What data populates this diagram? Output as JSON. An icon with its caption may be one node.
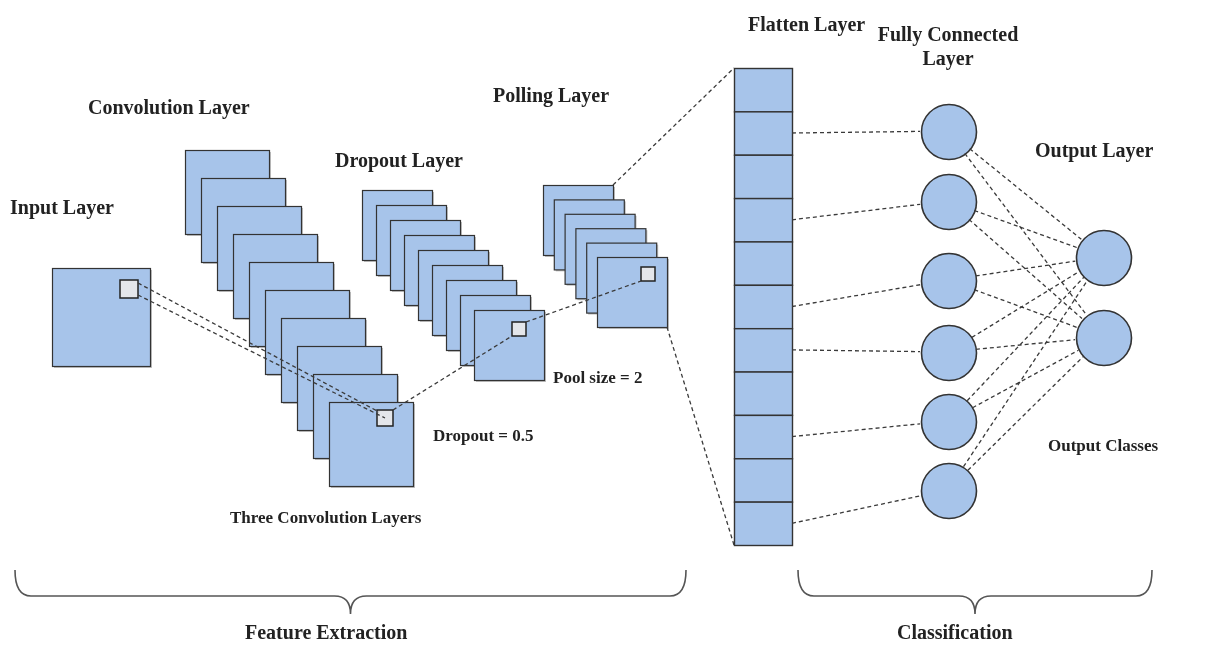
{
  "diagram": {
    "nodes": [
      {
        "text": [
          "Input Layer"
        ]
      },
      {
        "text": [
          "Convolution Layer"
        ]
      },
      {
        "text": [
          "Dropout Layer"
        ]
      },
      {
        "text": [
          "Polling Layer"
        ]
      },
      {
        "text": [
          "Flatten Layer"
        ]
      },
      {
        "text": [
          "Fully Connected Layer"
        ]
      },
      {
        "text": [],
        "shape": "circle",
        "in": 5
      },
      {
        "text": [],
        "shape": "circle",
        "in": 5
      },
      {
        "text": [],
        "shape": "circle",
        "in": 5
      },
      {
        "text": [],
        "shape": "circle",
        "in": 5
      },
      {
        "text": [],
        "shape": "circle",
        "in": 5
      },
      {
        "text": [],
        "shape": "circle",
        "in": 5
      },
      {
        "text": [
          "Output Layer"
        ]
      },
      {
        "text": [],
        "shape": "circle",
        "in": 12
      },
      {
        "text": [],
        "shape": "circle",
        "in": 12
      }
    ],
    "edges": [
      {
        "from": 0,
        "to": 1,
        "arrow": "none",
        "style": "dashed"
      },
      {
        "from": 1,
        "to": 2,
        "arrow": "none",
        "style": "dashed"
      },
      {
        "from": 2,
        "to": 3,
        "arrow": "none",
        "style": "dashed"
      },
      {
        "from": 3,
        "to": 4,
        "arrow": "none",
        "style": "dashed"
      },
      {
        "from": 4,
        "to": 6,
        "arrow": "none",
        "style": "dashed"
      },
      {
        "from": 4,
        "to": 7,
        "arrow": "none",
        "style": "dashed"
      },
      {
        "from": 4,
        "to": 8,
        "arrow": "none",
        "style": "dashed"
      },
      {
        "from": 4,
        "to": 9,
        "arrow": "none",
        "style": "dashed"
      },
      {
        "from": 4,
        "to": 10,
        "arrow": "none",
        "style": "dashed"
      },
      {
        "from": 4,
        "to": 11,
        "arrow": "none",
        "style": "dashed"
      },
      {
        "from": 6,
        "to": 13,
        "arrow": "none",
        "style": "dashed"
      },
      {
        "from": 6,
        "to": 14,
        "arrow": "none",
        "style": "dashed"
      },
      {
        "from": 7,
        "to": 13,
        "arrow": "none",
        "style": "dashed"
      },
      {
        "from": 7,
        "to": 14,
        "arrow": "none",
        "style": "dashed"
      },
      {
        "from": 8,
        "to": 13,
        "arrow": "none",
        "style": "dashed"
      },
      {
        "from": 8,
        "to": 14,
        "arrow": "none",
        "style": "dashed"
      },
      {
        "from": 9,
        "to": 13,
        "arrow": "none",
        "style": "dashed"
      },
      {
        "from": 9,
        "to": 14,
        "arrow": "none",
        "style": "dashed"
      },
      {
        "from": 10,
        "to": 13,
        "arrow": "none",
        "style": "dashed"
      },
      {
        "from": 10,
        "to": 14,
        "arrow": "none",
        "style": "dashed"
      },
      {
        "from": 11,
        "to": 13,
        "arrow": "none",
        "style": "dashed"
      },
      {
        "from": 11,
        "to": 14,
        "arrow": "none",
        "style": "dashed"
      }
    ],
    "labels": [
      "Pool size = 2",
      "Dropout = 0.5",
      "Output Classes",
      "Three Convolution Layers",
      "Feature Extraction",
      "Classification"
    ]
  }
}
